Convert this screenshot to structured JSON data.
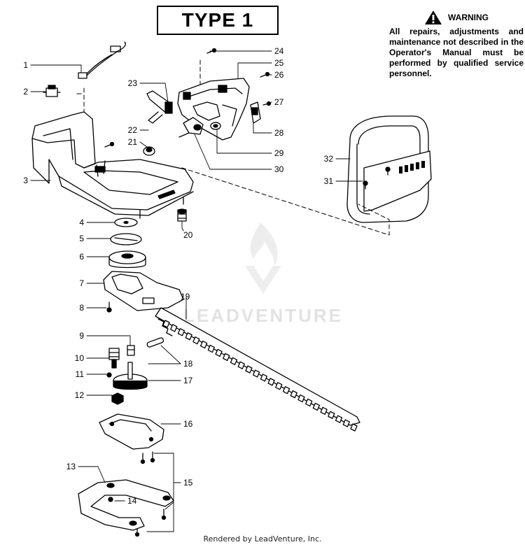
{
  "title": "TYPE 1",
  "warning": {
    "heading": "WARNING",
    "body": "All repairs, adjustments and maintenance not described in the Operator's Manual must be performed by qualified service personnel."
  },
  "watermark": "LEADVENTURE",
  "footer": "Rendered by LeadVenture, Inc.",
  "callouts": [
    "1",
    "2",
    "3",
    "4",
    "5",
    "6",
    "7",
    "8",
    "9",
    "10",
    "11",
    "12",
    "13",
    "14",
    "15",
    "16",
    "17",
    "18",
    "19",
    "20",
    "21",
    "22",
    "23",
    "24",
    "25",
    "26",
    "27",
    "28",
    "29",
    "30",
    "31",
    "32"
  ],
  "colors": {
    "ink": "#000000",
    "watermark": "#e6e6e6"
  }
}
